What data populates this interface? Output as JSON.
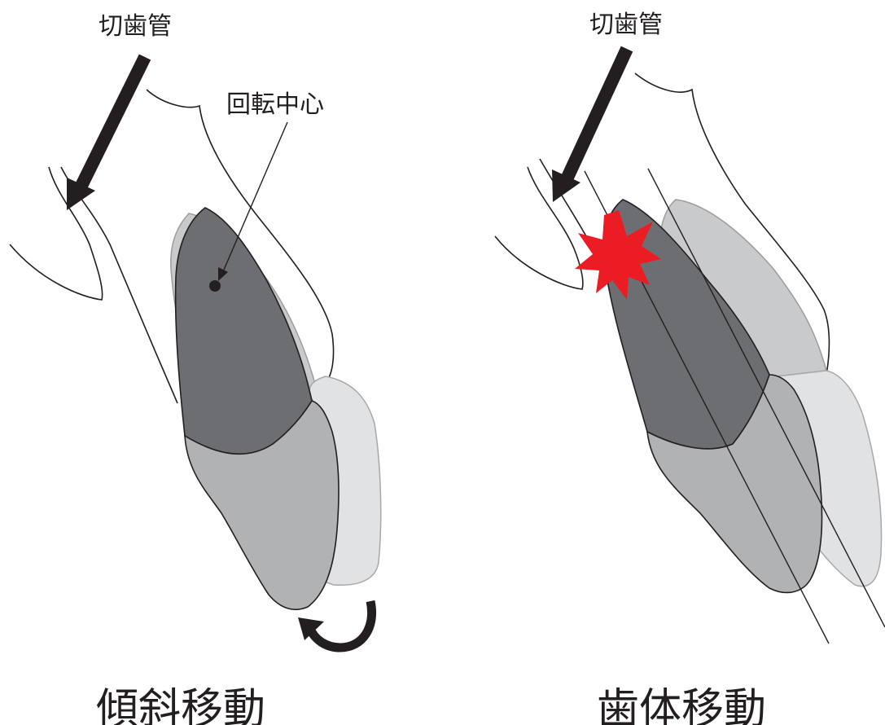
{
  "left_panel": {
    "arrow_label": "切歯管",
    "center_label": "回転中心",
    "title": "傾斜移動"
  },
  "right_panel": {
    "arrow_label": "切歯管",
    "title": "歯体移動"
  },
  "colors": {
    "tooth_dark": "#6d6e71",
    "tooth_mid": "#b1b2b4",
    "tooth_ghost": "#d3d4d6",
    "outline": "#231f20",
    "impact": "#ec1c24"
  }
}
